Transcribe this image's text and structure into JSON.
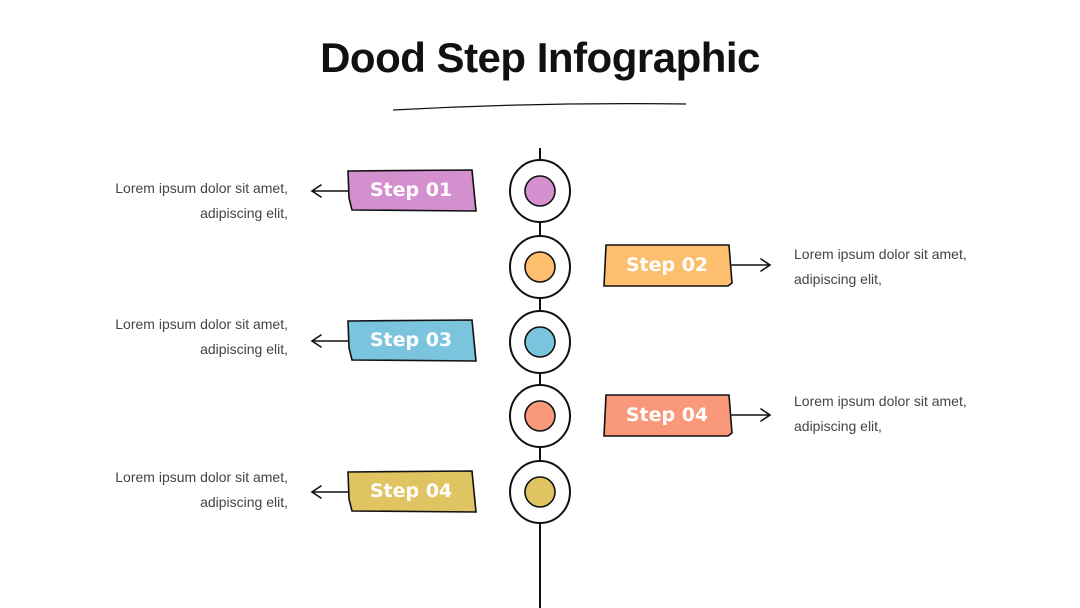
{
  "title": "Dood Step Infographic",
  "colors": {
    "step1": "#d48fcf",
    "step2": "#fdbe6e",
    "step3": "#7ac4de",
    "step4": "#f9987a",
    "step5": "#e0c462",
    "outline": "#111111"
  },
  "steps": [
    {
      "label": "Step 01",
      "side": "left",
      "text1": "Lorem ipsum dolor sit amet,",
      "text2": "adipiscing elit,"
    },
    {
      "label": "Step 02",
      "side": "right",
      "text1": "Lorem ipsum dolor sit amet,",
      "text2": "adipiscing elit,"
    },
    {
      "label": "Step 03",
      "side": "left",
      "text1": "Lorem ipsum dolor sit amet,",
      "text2": "adipiscing elit,"
    },
    {
      "label": "Step 04",
      "side": "right",
      "text1": "Lorem ipsum dolor sit amet,",
      "text2": "adipiscing elit,"
    },
    {
      "label": "Step 04",
      "side": "left",
      "text1": "Lorem ipsum dolor sit amet,",
      "text2": "adipiscing elit,"
    }
  ]
}
